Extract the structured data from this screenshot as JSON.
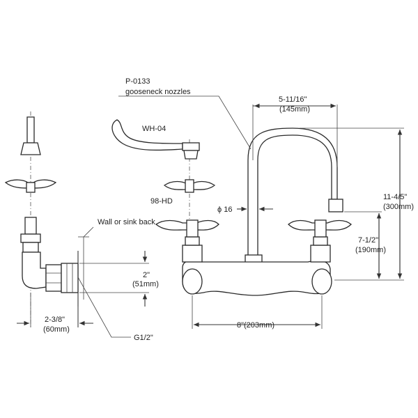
{
  "labels": {
    "nozzle_code": "P-0133",
    "nozzle_desc": "gooseneck nozzles",
    "handle_wh": "WH-04",
    "handle_hd": "98-HD",
    "wall_note": "Wall or sink back",
    "dim_spout_reach_in": "5-11/16\"",
    "dim_spout_reach_mm": "(145mm)",
    "dim_total_height_in": "11-4/5\"",
    "dim_total_height_mm": "(300mm)",
    "dim_spout_height_in": "7-1/2\"",
    "dim_spout_height_mm": "(190mm)",
    "dim_diameter": "ϕ 16",
    "dim_center_in": "8\"(203mm)",
    "dim_inlet_in": "2\"",
    "dim_inlet_mm": "(51mm)",
    "dim_depth_in": "2-3/8\"",
    "dim_depth_mm": "(60mm)",
    "dim_thread": "G1/2\""
  }
}
